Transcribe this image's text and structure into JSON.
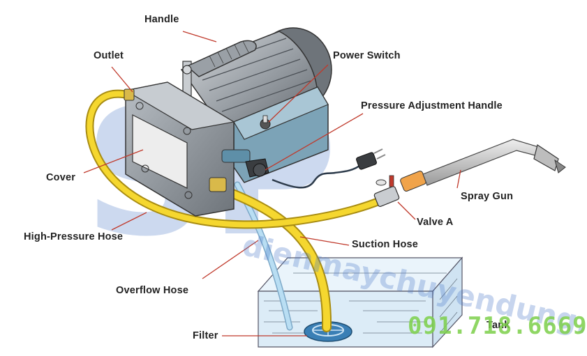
{
  "labels": {
    "handle": "Handle",
    "outlet": "Outlet",
    "power_switch": "Power Switch",
    "pressure_adjustment_handle": "Pressure Adjustment Handle",
    "cover": "Cover",
    "spray_gun": "Spray Gun",
    "valve_a": "Valve A",
    "high_pressure_hose": "High-Pressure Hose",
    "suction_hose": "Suction Hose",
    "overflow_hose": "Overflow Hose",
    "filter": "Filter",
    "tank": "Tank"
  },
  "watermark": {
    "logo": "SP",
    "site": "dienmaychuyendung.com",
    "phone": "091.718.6669",
    "phone_color": "#7cd04a",
    "logo_color": "#4a78c8"
  },
  "colors": {
    "leader_line": "#c0392b",
    "hose_yellow": "#f2d12e",
    "hose_blue": "#a9d4ee",
    "motor_gray": "#8e949a",
    "pump_blue": "#5e8fa8"
  }
}
